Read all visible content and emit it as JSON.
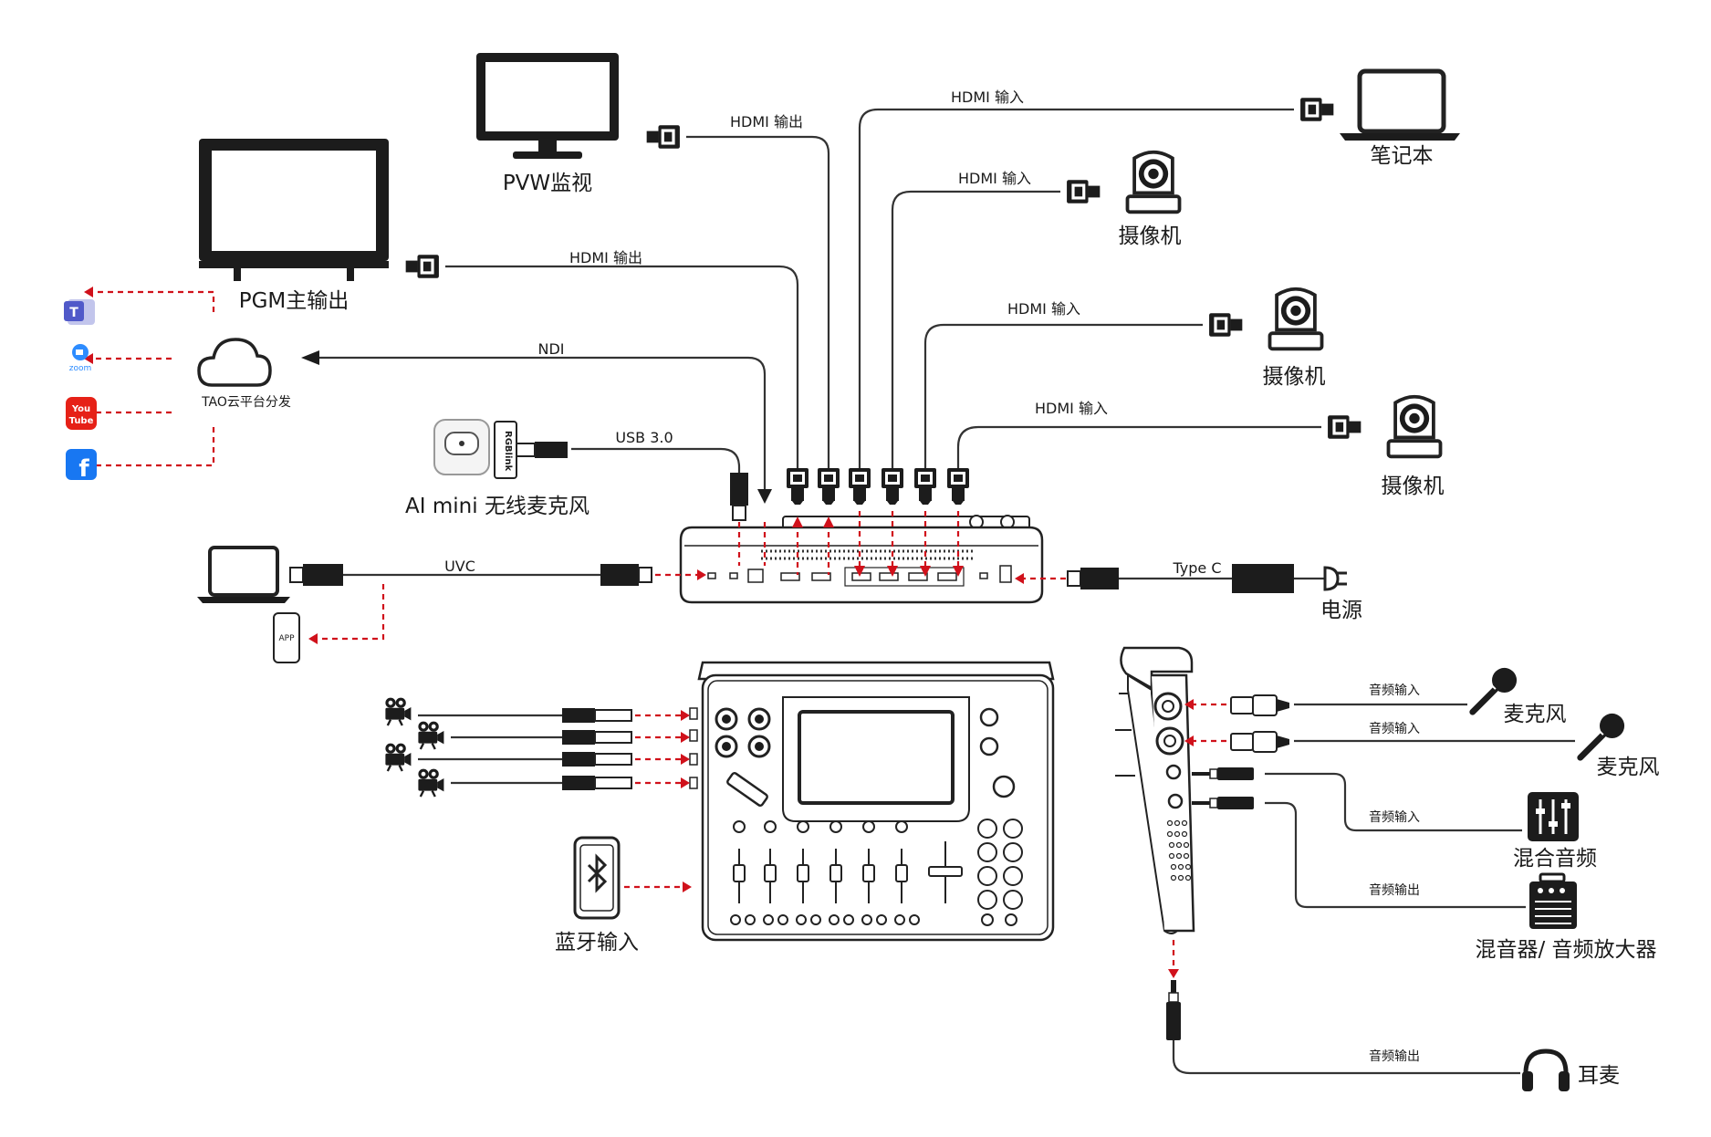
{
  "labels": {
    "pvw_monitor": "PVW监视",
    "pgm_output": "PGM主输出",
    "laptop": "笔记本",
    "camera": "摄像机",
    "ai_mic": "AI mini 无线麦克风",
    "cloud": "TAO云平台分发",
    "power": "电源",
    "bluetooth": "蓝牙输入",
    "microphone": "麦克风",
    "mixer": "混合音频",
    "amplifier": "混音器/ 音频放大器",
    "headphones": "耳麦",
    "app": "APP",
    "brand": "RGBlink"
  },
  "cables": {
    "hdmi_out": "HDMI 输出",
    "hdmi_in": "HDMI 输入",
    "ndi": "NDI",
    "usb": "USB 3.0",
    "uvc": "UVC",
    "type_c": "Type C",
    "audio_in": "音频输入",
    "audio_out": "音频输出"
  },
  "platforms": [
    "teams-icon",
    "zoom-icon",
    "youtube-icon",
    "facebook-icon"
  ],
  "platform_text": {
    "zoom": "zoom",
    "youtube_top": "You",
    "youtube_bottom": "Tube",
    "facebook": "f",
    "teams": "T"
  },
  "colors": {
    "signal": "#d0111b",
    "line": "#333333",
    "zoom": "#2d8cff",
    "youtube": "#e62117",
    "facebook": "#1877f2",
    "teams": "#5059c9"
  }
}
